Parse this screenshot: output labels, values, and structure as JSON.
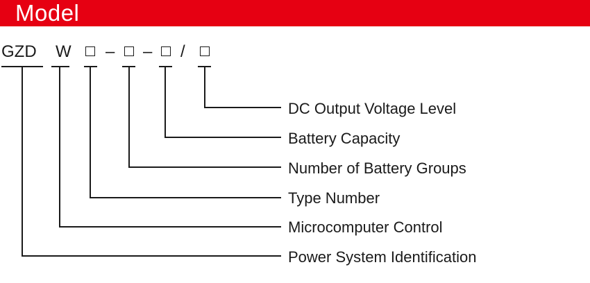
{
  "header": {
    "title": "Model"
  },
  "model_code": {
    "prefix": "GZD",
    "control": "W",
    "separator_1": "–",
    "separator_2": "–",
    "separator_3": "/"
  },
  "fields": [
    {
      "label": "DC Output Voltage Level"
    },
    {
      "label": "Battery Capacity"
    },
    {
      "label": "Number of Battery Groups"
    },
    {
      "label": "Type Number"
    },
    {
      "label": "Microcomputer Control"
    },
    {
      "label": "Power System Identification"
    }
  ],
  "colors": {
    "header": "#e60012",
    "line": "#1a1a1a"
  }
}
